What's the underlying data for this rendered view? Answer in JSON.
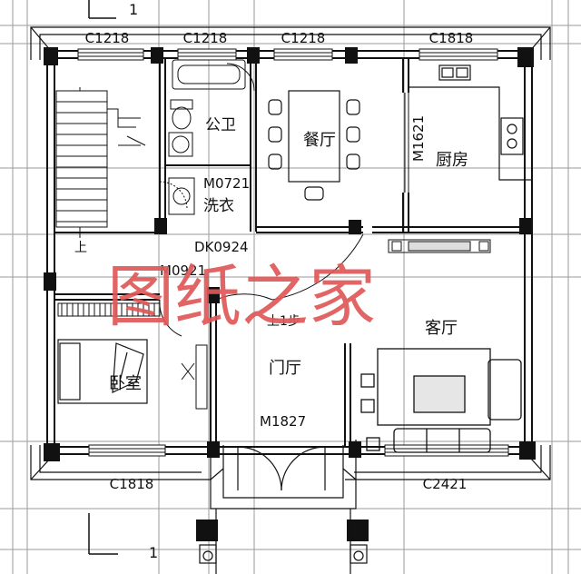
{
  "window_labels": {
    "top": [
      "C1218",
      "C1218",
      "C1218",
      "C1818"
    ],
    "bottom_left": "C1818",
    "bottom_right": "C2421"
  },
  "door_labels": {
    "bath": "M0721",
    "kitchen": "M1621",
    "opening": "DK0924",
    "bedroom": "M0921",
    "entrance": "M1827"
  },
  "room_labels": {
    "bath": "公卫",
    "laundry": "洗衣",
    "dining": "餐厅",
    "kitchen": "厨房",
    "living": "客厅",
    "hall": "门厅",
    "bedroom": "卧室"
  },
  "stair_labels": {
    "up": "上",
    "step": "上1步"
  },
  "axis_labels": {
    "top": "1",
    "bottom": "1"
  },
  "watermark": "图纸之家"
}
